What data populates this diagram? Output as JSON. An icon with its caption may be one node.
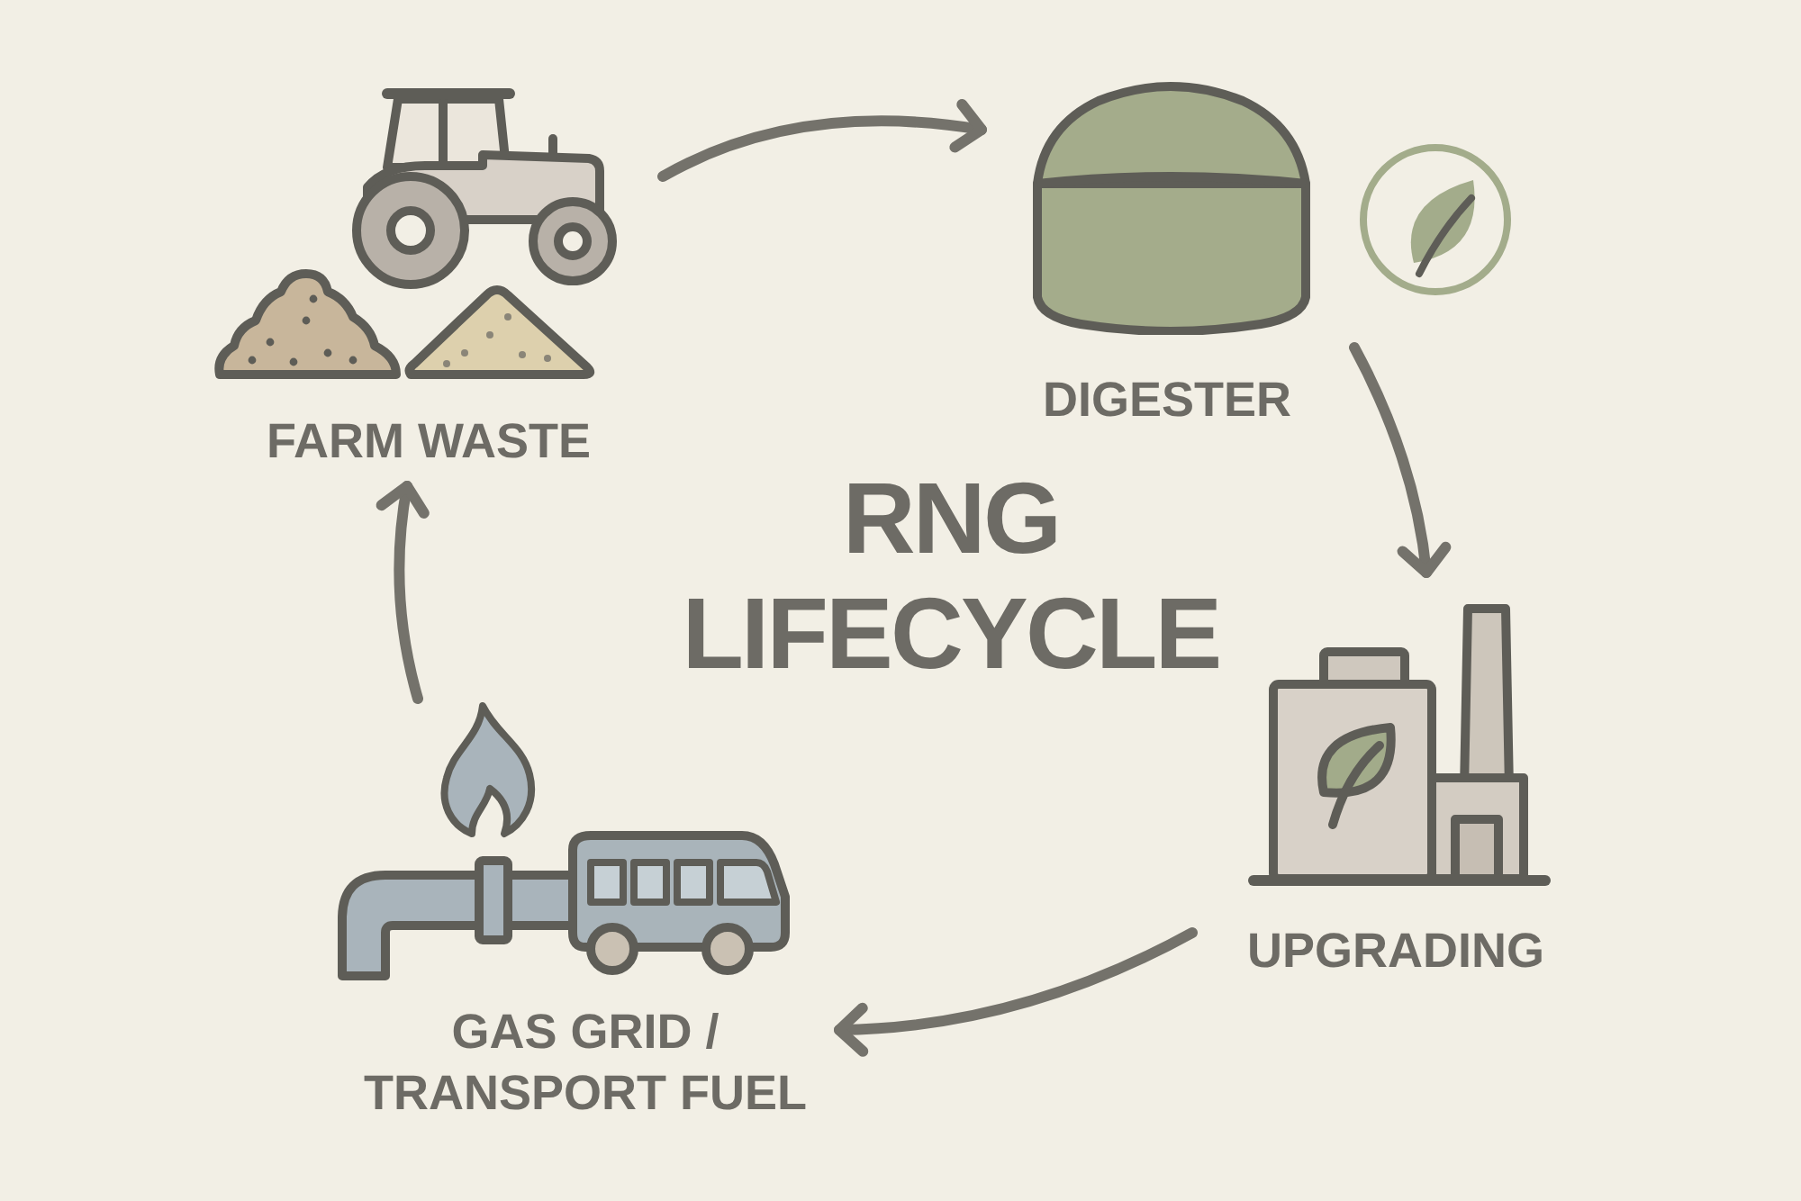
{
  "diagram": {
    "title": "RNG LIFECYCLE",
    "nodes": [
      {
        "text": [
          "FARM WASTE"
        ]
      },
      {
        "text": [
          "DIGESTER"
        ]
      },
      {
        "text": [
          "UPGRADING"
        ]
      },
      {
        "text": [
          "GAS GRID / TRANSPORT FUEL"
        ]
      }
    ],
    "edges": [
      {
        "from": 0,
        "to": 1,
        "arrow": "to"
      },
      {
        "from": 1,
        "to": 2,
        "arrow": "to"
      },
      {
        "from": 2,
        "to": 3,
        "arrow": "to"
      },
      {
        "from": 3,
        "to": 0,
        "arrow": "to"
      }
    ]
  }
}
